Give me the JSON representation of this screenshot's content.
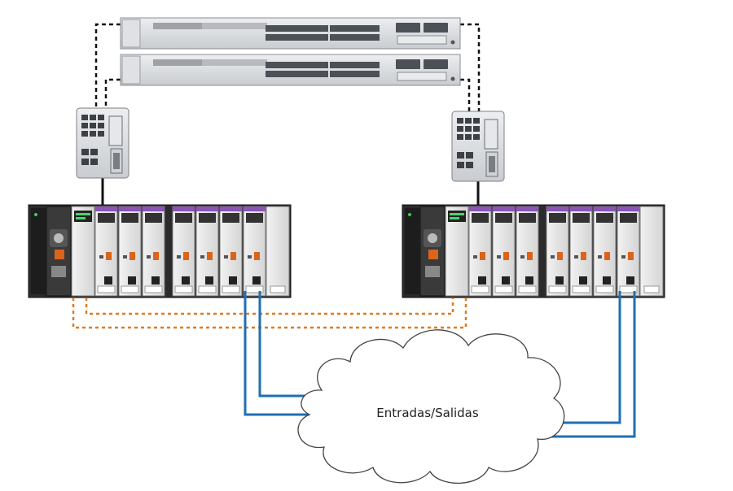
{
  "cloud": {
    "label": "Entradas/Salidas"
  },
  "colors": {
    "eth_link": "#111111",
    "redundancy_link": "#e07a20",
    "io_link": "#1f6fb5",
    "cloud_fill": "#ffffff",
    "cloud_stroke": "#444444",
    "module_accent": "#8a55b5",
    "module_orange": "#d9641c",
    "chassis_dark": "#2b2b2b",
    "device_gray": "#d6d8db"
  },
  "devices": {
    "core_switches": 2,
    "access_switches": 2,
    "controller_racks": 2,
    "modules_per_rack": 7
  }
}
